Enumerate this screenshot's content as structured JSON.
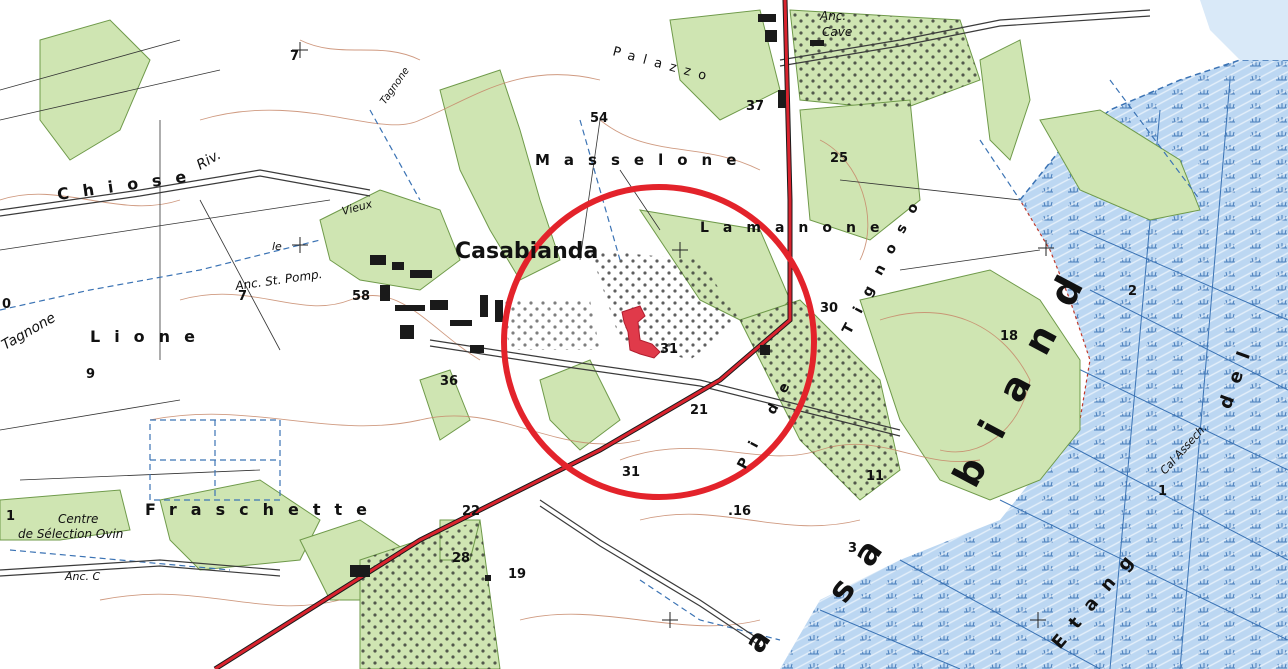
{
  "map": {
    "colors": {
      "background": "#ffffff",
      "forest": "#cfe5b2",
      "forest_edge": "#6f9a4a",
      "water": "#bcd7f2",
      "water_lines": "#3b73b4",
      "contour": "#c7886a",
      "road": "#3b3b3b",
      "rail": "#d9232e",
      "circle": "#e3232b",
      "site": "#e03a4a"
    },
    "labels": {
      "casabianda": "Casabianda",
      "masselone": "Masselone",
      "lamanone": "Lamanone",
      "palazzo": "Palazzo",
      "chiose": "Chiose",
      "riv": "Riv.",
      "lione": "Lione",
      "fraschette": "Fraschette",
      "centre": "Centre",
      "selection": "de Sélection Ovin",
      "anc_c": "Anc. C",
      "anc_st_pomp": "Anc. St. Pomp.",
      "tagnone_left": "Tagnone",
      "tagnone_top": "Tagnone",
      "vieux": "Vieux",
      "le": "le",
      "anc": "Anc.",
      "cave": "Cave",
      "tignoso": "Tignoso",
      "pi_de": "Pi de",
      "asech": "Cal Assech.",
      "etang": "Etang",
      "del": "del",
      "biand": "biand",
      "sa": "sa",
      "da": "a"
    },
    "spot_heights": {
      "h7": "7",
      "h54": "54",
      "h37": "37",
      "h25": "25",
      "h58": "58",
      "h31a": "31",
      "h30": "30",
      "h18": "18",
      "h2": "2",
      "h9": "9",
      "h36": "36",
      "h21": "21",
      "h31b": "31",
      "h11": "11",
      "h22": "22",
      "h16": ".16",
      "h28": "28",
      "h19": "19",
      "h3": "3",
      "h1a": "1",
      "h1b": "1",
      "h0": "0",
      "h7b": "7"
    }
  }
}
